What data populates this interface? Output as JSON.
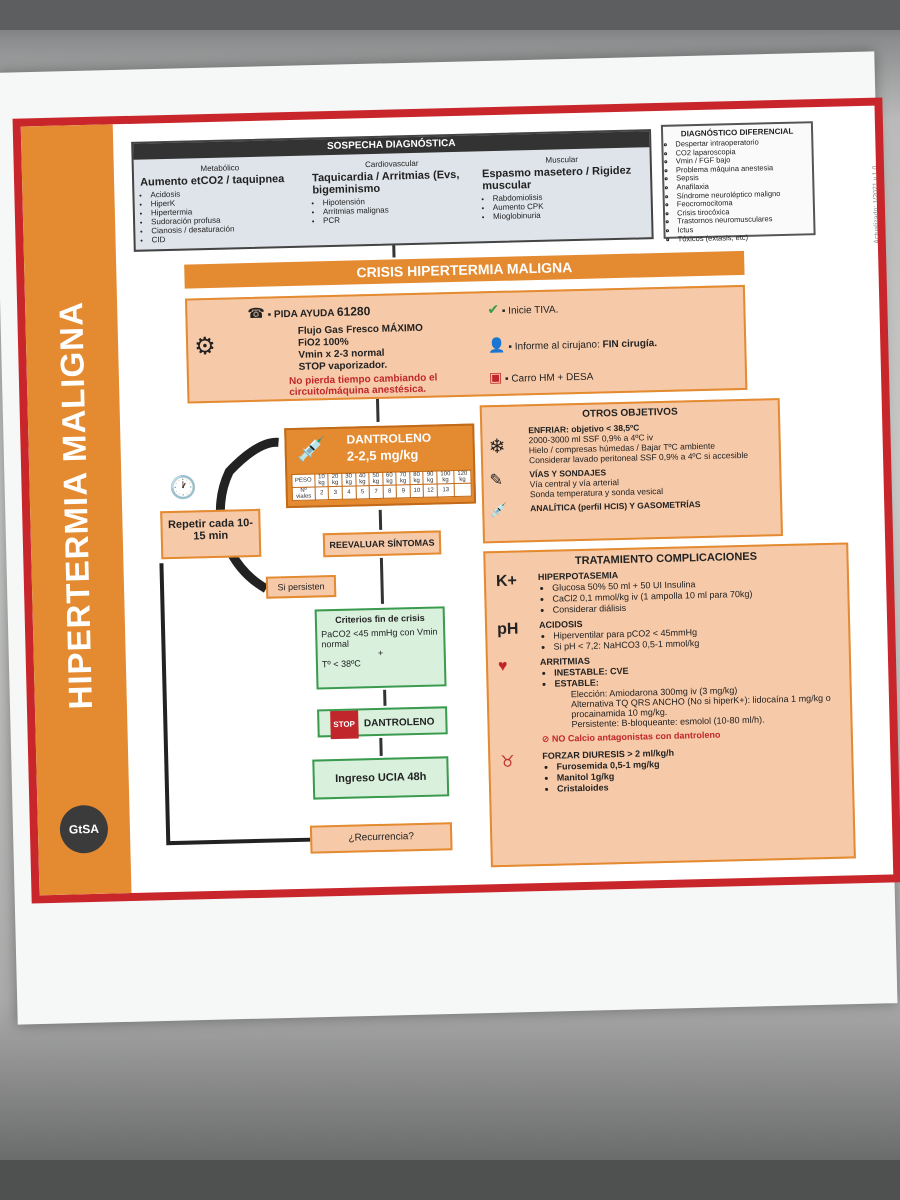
{
  "side_title": "HIPERTERMIA MALIGNA",
  "logo": "GtSA",
  "sospecha": {
    "title": "SOSPECHA DIAGNÓSTICA",
    "columns": [
      {
        "head": "Metabólico",
        "main": "Aumento etCO2 / taquipnea",
        "items": [
          "Acidosis",
          "HiperK",
          "Hipertermia",
          "Sudoración profusa",
          "Cianosis / desaturación",
          "CID"
        ]
      },
      {
        "head": "Cardiovascular",
        "main": "Taquicardia / Arritmias (Evs, bigeminismo",
        "items": [
          "Hipotensión",
          "Arritmias malignas",
          "PCR"
        ]
      },
      {
        "head": "Muscular",
        "main": "Espasmo masetero / Rigidez muscular",
        "items": [
          "Rabdomiolisis",
          "Aumento CPK",
          "Mioglobinuria"
        ]
      }
    ]
  },
  "ddx": {
    "title": "DIAGNÓSTICO DIFERENCIAL",
    "items": [
      "Despertar intraoperatorio",
      "CO2 laparoscopia",
      "Vmin / FGF bajo",
      "Problema máquina anestesia",
      "Sepsis",
      "Anafilaxia",
      "Síndrome neuroléptico maligno",
      "Feocromocitoma",
      "Crisis tirocóxica",
      "Trastornos neuromusculares",
      "Ictus",
      "Tóxicos (extasis, etc)"
    ]
  },
  "crisis_title": "CRISIS HIPERTERMIA MALIGNA",
  "ayuda": {
    "pida": "PIDA AYUDA",
    "phone": "61280",
    "lines": [
      "Flujo Gas Fresco MÁXIMO",
      "FiO2 100%",
      "Vmin x 2-3 normal",
      "STOP vaporizador."
    ],
    "warning": "No pierda tiempo cambiando el circuito/máquina anestésica.",
    "tiva": "Inicie TIVA.",
    "cirujano_pre": "Informe al cirujano: ",
    "cirujano_bold": "FIN cirugía.",
    "carro": "Carro HM + DESA"
  },
  "dantroleno": {
    "title": "DANTROLENO",
    "dose": "2-2,5 mg/kg",
    "row1_label": "PESO",
    "row1": [
      "10 kg",
      "20 kg",
      "30 kg",
      "40 kg",
      "50 kg",
      "60 kg",
      "70 kg",
      "80 kg",
      "90 kg",
      "100 kg",
      "120 kg"
    ],
    "row2_label": "Nº viales",
    "row2": [
      "2",
      "3",
      "4",
      "5",
      "7",
      "8",
      "9",
      "10",
      "12",
      "13"
    ]
  },
  "repetir": "Repetir cada 10-15 min",
  "reevaluar": "REEVALUAR SÍNTOMAS",
  "si_persisten": "Si persisten",
  "criterios": {
    "title": "Criterios fin de crisis",
    "c1": "PaCO2 <45 mmHg con Vmin normal",
    "plus": "+",
    "c2": "Tº < 38ºC"
  },
  "stop_label": "DANTROLENO",
  "ucia": "Ingreso UCIA 48h",
  "recurrencia": "¿Recurrencia?",
  "otros": {
    "title": "OTROS OBJETIVOS",
    "enfriar": "ENFRIAR: objetivo < 38,5ºC",
    "enfriar_items": [
      "2000-3000 ml SSF 0,9% a 4ºC iv",
      "Hielo / compresas húmedas / Bajar TºC ambiente",
      "Considerar lavado peritoneal SSF 0,9% a 4ºC si accesible"
    ],
    "vias": "VÍAS Y SONDAJES",
    "vias_items": [
      "Vía central y vía arterial",
      "Sonda temperatura y sonda vesical"
    ],
    "analitica": "ANALÍTICA (perfil HCIS) Y GASOMETRÍAS"
  },
  "tto": {
    "title": "TRATAMIENTO COMPLICACIONES",
    "hiperk": {
      "sym": "K+",
      "title": "HIPERPOTASEMIA",
      "items": [
        "Glucosa 50% 50 ml + 50 UI Insulina",
        "CaCl2 0,1 mmol/kg iv (1 ampolla 10 ml para 70kg)",
        "Considerar diálisis"
      ]
    },
    "acidosis": {
      "sym": "pH",
      "title": "ACIDOSIS",
      "items": [
        "Hiperventilar para pCO2 < 45mmHg",
        "Si pH < 7,2: NaHCO3 0,5-1 mmol/kg"
      ]
    },
    "arritmias": {
      "title": "ARRITMIAS",
      "items": [
        "INESTABLE: CVE",
        "ESTABLE:"
      ],
      "eleccion": "Elección: Amiodarona 300mg iv (3 mg/kg)",
      "alt": "Alternativa TQ QRS ANCHO (No si hiperK+): lidocaína 1 mg/kg o procainamida 10 mg/kg.",
      "persistente": "Persistente: B-bloqueante: esmolol (10-80 ml/h)."
    },
    "no_calcio": "NO Calcio antagonistas con dantroleno",
    "diuresis": {
      "title": "FORZAR DIURESIS > 2 ml/kg/h",
      "items": [
        "Furosemida 0,5-1 mg/kg",
        "Manitol 1g/kg",
        "Cristaloides"
      ]
    }
  },
  "version": "Actualizado: 1/2021 v.1.0"
}
